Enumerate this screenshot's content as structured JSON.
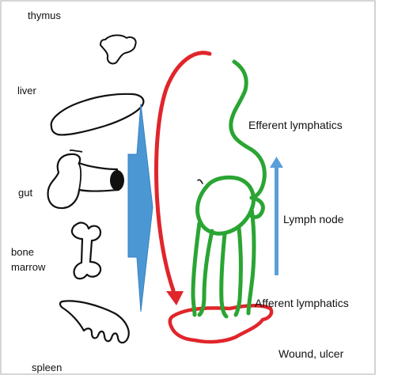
{
  "organs": {
    "thymus": "thymus",
    "liver": "liver",
    "gut": "gut",
    "bone_marrow_line1": "bone",
    "bone_marrow_line2": "marrow",
    "spleen": "spleen"
  },
  "labels": {
    "efferent": "Efferent lymphatics",
    "lymph_node": "Lymph node",
    "afferent": "Afferent lymphatics",
    "wound": "Wound, ulcer"
  },
  "colors": {
    "blood_flow": "#e0262b",
    "lymphatics": "#2aa533",
    "collector_wedge": "#4a97d3",
    "flow_arrow": "#5a9fd9",
    "outline": "#111111",
    "frame_border": "#bcbcbc"
  }
}
